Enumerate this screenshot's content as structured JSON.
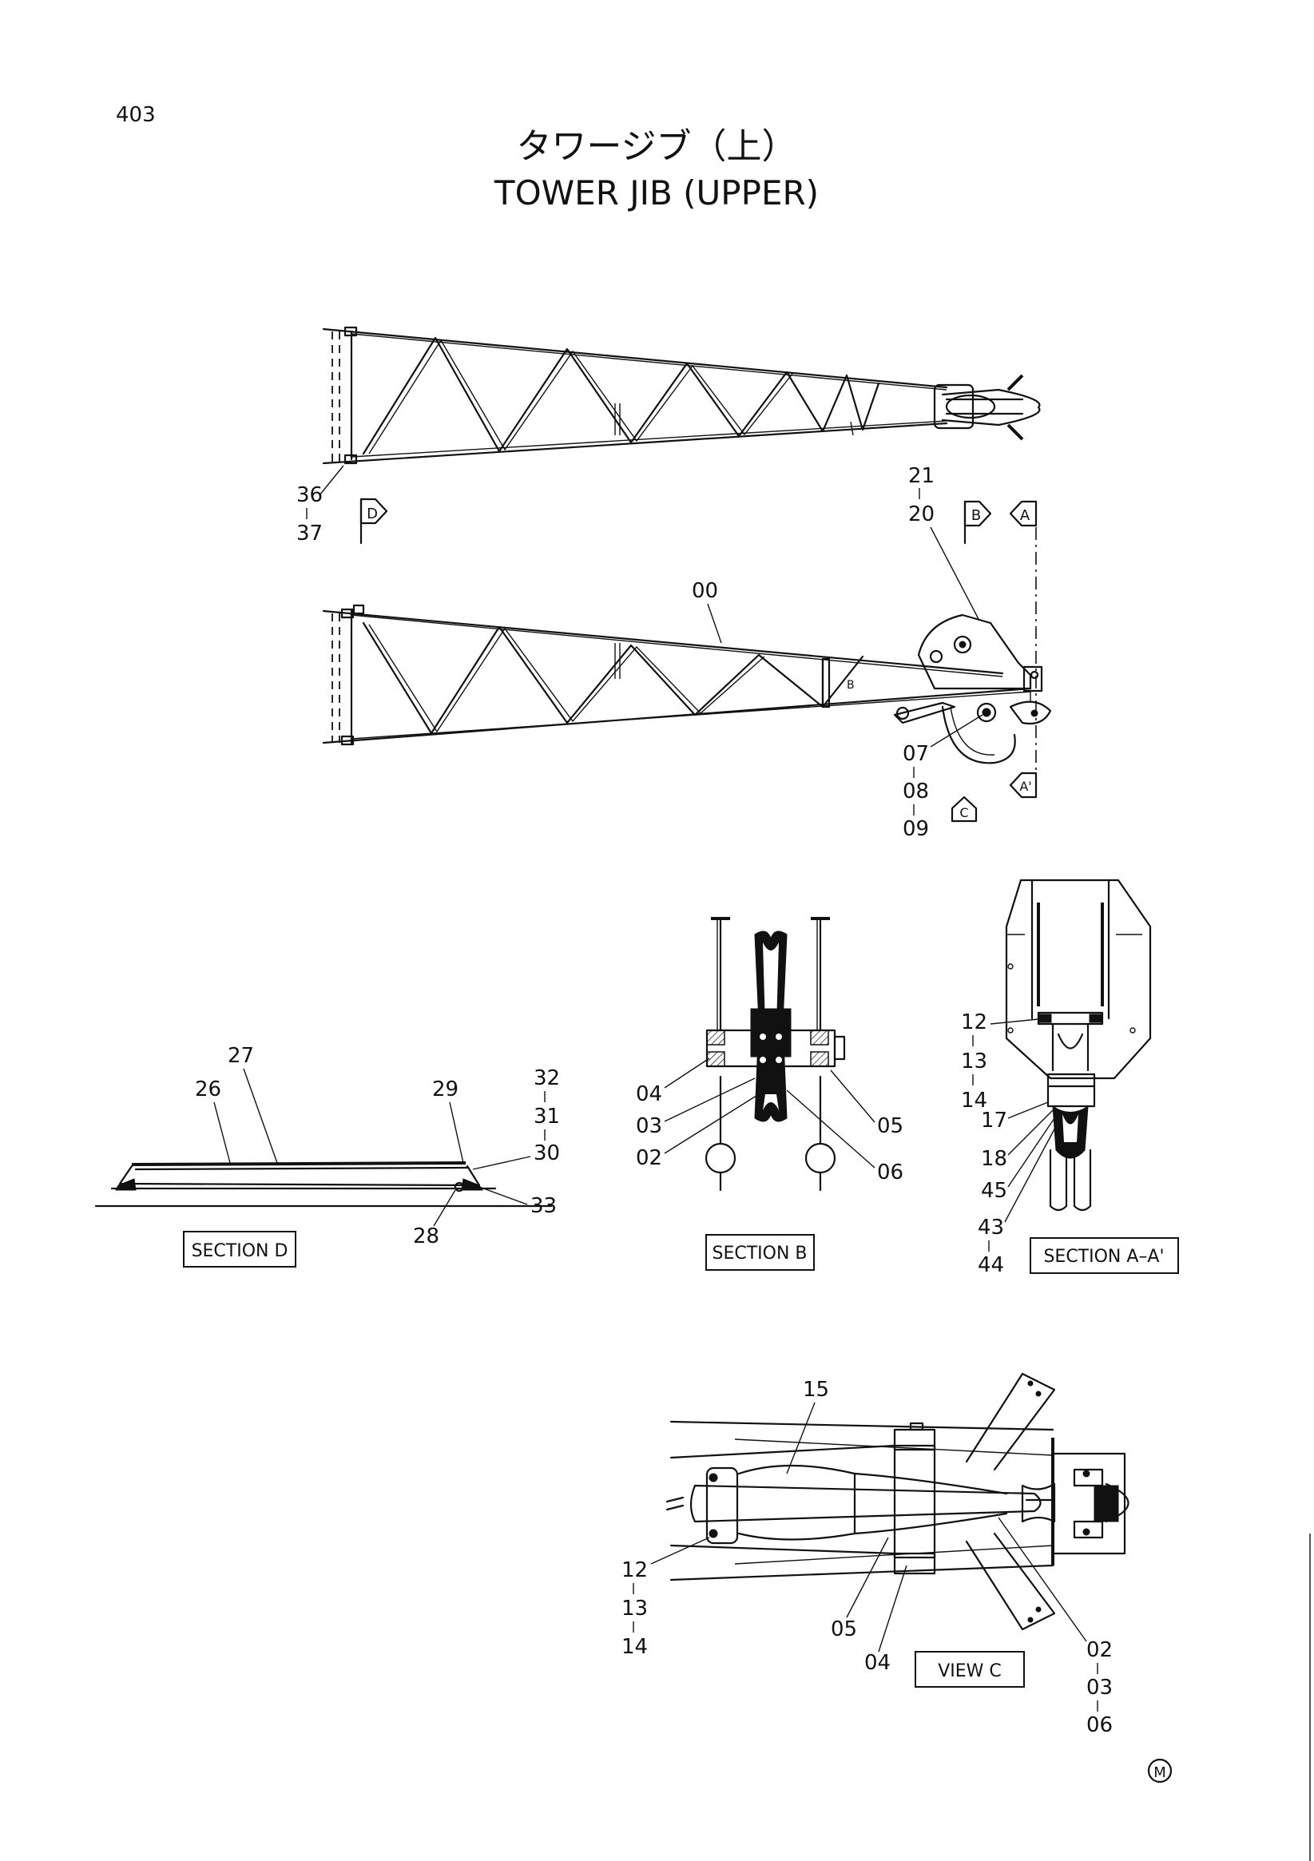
{
  "page": {
    "number": "403",
    "title_jp": "タワージブ（上）",
    "title_en": "TOWER JIB (UPPER)",
    "mark": "M"
  },
  "views": {
    "section_d": "SECTION D",
    "section_b": "SECTION B",
    "section_aa": "SECTION A–A'",
    "view_c": "VIEW C"
  },
  "view_arrows": {
    "d": "D",
    "b": "B",
    "a_top": "A",
    "a_bottom": "A'",
    "c": "C"
  },
  "callouts": {
    "top_jib": [
      "36",
      "37"
    ],
    "side_jib_sheave_guard": [
      "21",
      "20"
    ],
    "side_jib_main": "00",
    "side_jib_pin": [
      "07",
      "08",
      "09"
    ],
    "side_jib_mark": "B",
    "section_d": {
      "c27": "27",
      "c26": "26",
      "c29": "29",
      "c32": "32",
      "c31": "31",
      "c30": "30",
      "c33": "33",
      "c28": "28"
    },
    "section_b": {
      "c04": "04",
      "c03": "03",
      "c02": "02",
      "c05": "05",
      "c06": "06"
    },
    "section_aa": {
      "stack1": [
        "12",
        "13",
        "14"
      ],
      "c17": "17",
      "c18": "18",
      "c45": "45",
      "stack2": [
        "43",
        "44"
      ]
    },
    "view_c": {
      "c15": "15",
      "stack1": [
        "12",
        "13",
        "14"
      ],
      "c05": "05",
      "c04": "04",
      "stack2": [
        "02",
        "03",
        "06"
      ]
    }
  }
}
